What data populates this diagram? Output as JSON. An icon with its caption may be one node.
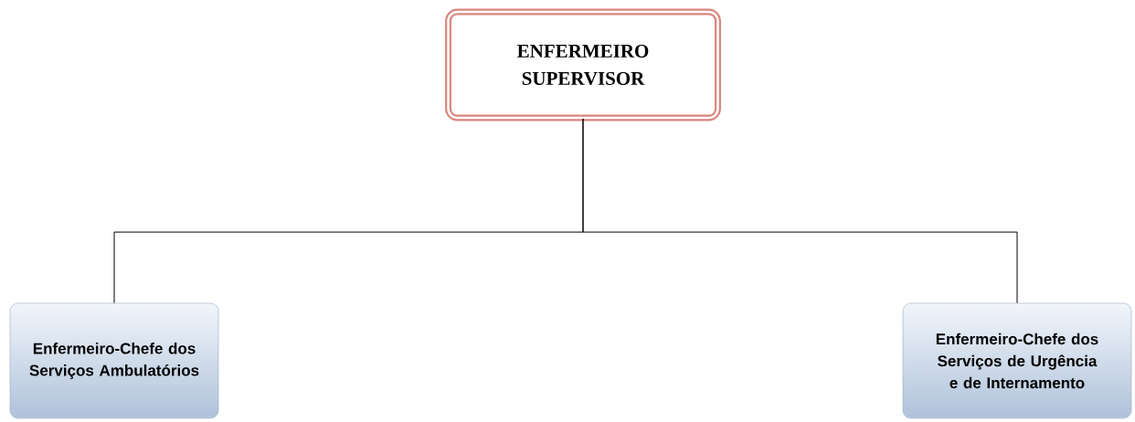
{
  "diagram": {
    "nodes": [
      {
        "text": [
          "ENFERMEIRO SUPERVISOR"
        ]
      },
      {
        "text": [
          "Enfermeiro-Chefe dos Serviços Ambulatórios"
        ]
      },
      {
        "text": [
          "Enfermeiro-Chefe dos Serviços de Urgência e de Internamento"
        ]
      }
    ],
    "edges": [
      {
        "from": 0,
        "to": 1,
        "arrow": "none"
      },
      {
        "from": 0,
        "to": 2,
        "arrow": "none"
      }
    ]
  }
}
